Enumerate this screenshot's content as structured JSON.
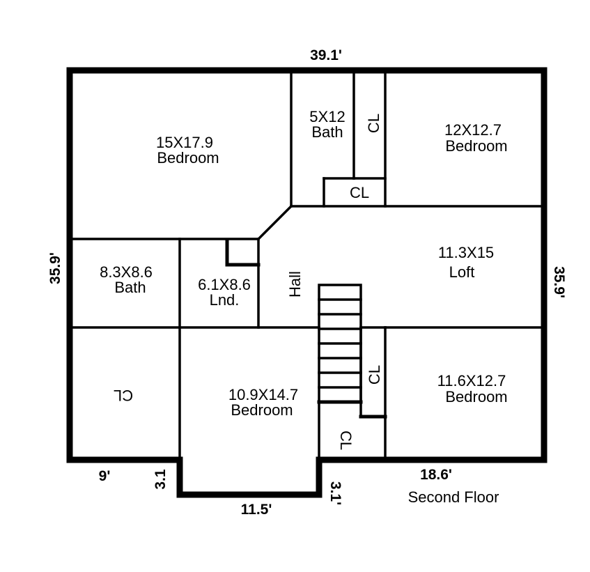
{
  "rooms": {
    "bedroom_nw": {
      "size": "15X17.9",
      "name": "Bedroom"
    },
    "bath_upper": {
      "size": "5X12",
      "name": "Bath"
    },
    "bedroom_ne": {
      "size": "12X12.7",
      "name": "Bedroom"
    },
    "bath_west": {
      "size": "8.3X8.6",
      "name": "Bath"
    },
    "laundry": {
      "size": "6.1X8.6",
      "name": "Lnd."
    },
    "hall": {
      "name": "Hall"
    },
    "loft": {
      "size": "11.3X15",
      "name": "Loft"
    },
    "bedroom_center": {
      "size": "10.9X14.7",
      "name": "Bedroom"
    },
    "bedroom_se": {
      "size": "11.6X12.7",
      "name": "Bedroom"
    }
  },
  "closets": {
    "upper_vertical": "CL",
    "upper_horizontal": "CL",
    "southwest": "CL",
    "stair_side": "CL",
    "lower": "CL"
  },
  "dimensions": {
    "top": "39.1'",
    "left": "35.9'",
    "right": "35.9'",
    "bottom_left": "9'",
    "bump_left": "3.1",
    "bump_bottom": "11.5'",
    "bump_right": "3.1'",
    "bottom_right": "18.6'"
  },
  "caption": "Second Floor"
}
